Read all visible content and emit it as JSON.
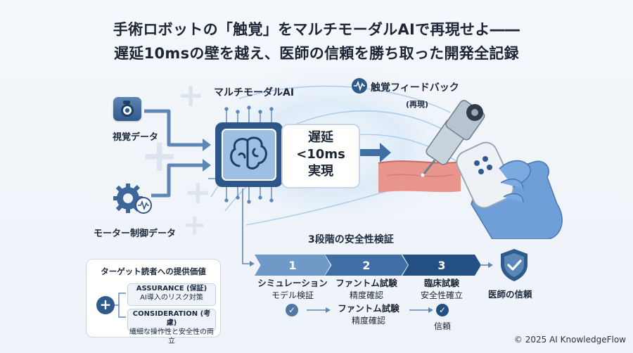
{
  "title": {
    "line1": "手術ロボットの「触覚」をマルチモーダルAIで再現せよ――",
    "line2": "遅延10msの壁を越え、医師の信頼を勝ち取った開発全記録"
  },
  "inputs": {
    "visual": "視覚データ",
    "motor": "モーター制御データ"
  },
  "ai": {
    "label": "マルチモーダルAI"
  },
  "haptic": {
    "label": "触覚フィードバック",
    "sub": "(再現)"
  },
  "latency": {
    "line1": "遅延",
    "line2": "<10ms",
    "line3": "実現"
  },
  "validation": {
    "title": "3段階の安全性検証",
    "steps": [
      {
        "num": "1",
        "name": "シミュレーション",
        "desc": "モデル検証"
      },
      {
        "num": "2",
        "name": "ファントム試験",
        "desc": "精度確認"
      },
      {
        "num": "3",
        "name": "臨床試験",
        "desc": "安全性確立"
      }
    ],
    "lower": {
      "name": "ファントム試験",
      "desc": "精度確認"
    },
    "trust_label": "信頼",
    "result": "医師の信頼"
  },
  "target": {
    "title": "ターゲット読者への提供価値",
    "assurance_title": "ASSURANCE (保証)",
    "assurance_desc": "AI導入のリスク対策",
    "consideration_title": "CONSIDERATION (考慮)",
    "consideration_desc": "繊細な操作性と安全性の両立"
  },
  "copyright": "© 2025 AI KnowledgeFlow",
  "colors": {
    "primary": "#2f5a8c",
    "accent": "#4f78a8",
    "light": "#a9c2de",
    "glove": "#6e9fd8",
    "tissue": "#e7958c"
  }
}
